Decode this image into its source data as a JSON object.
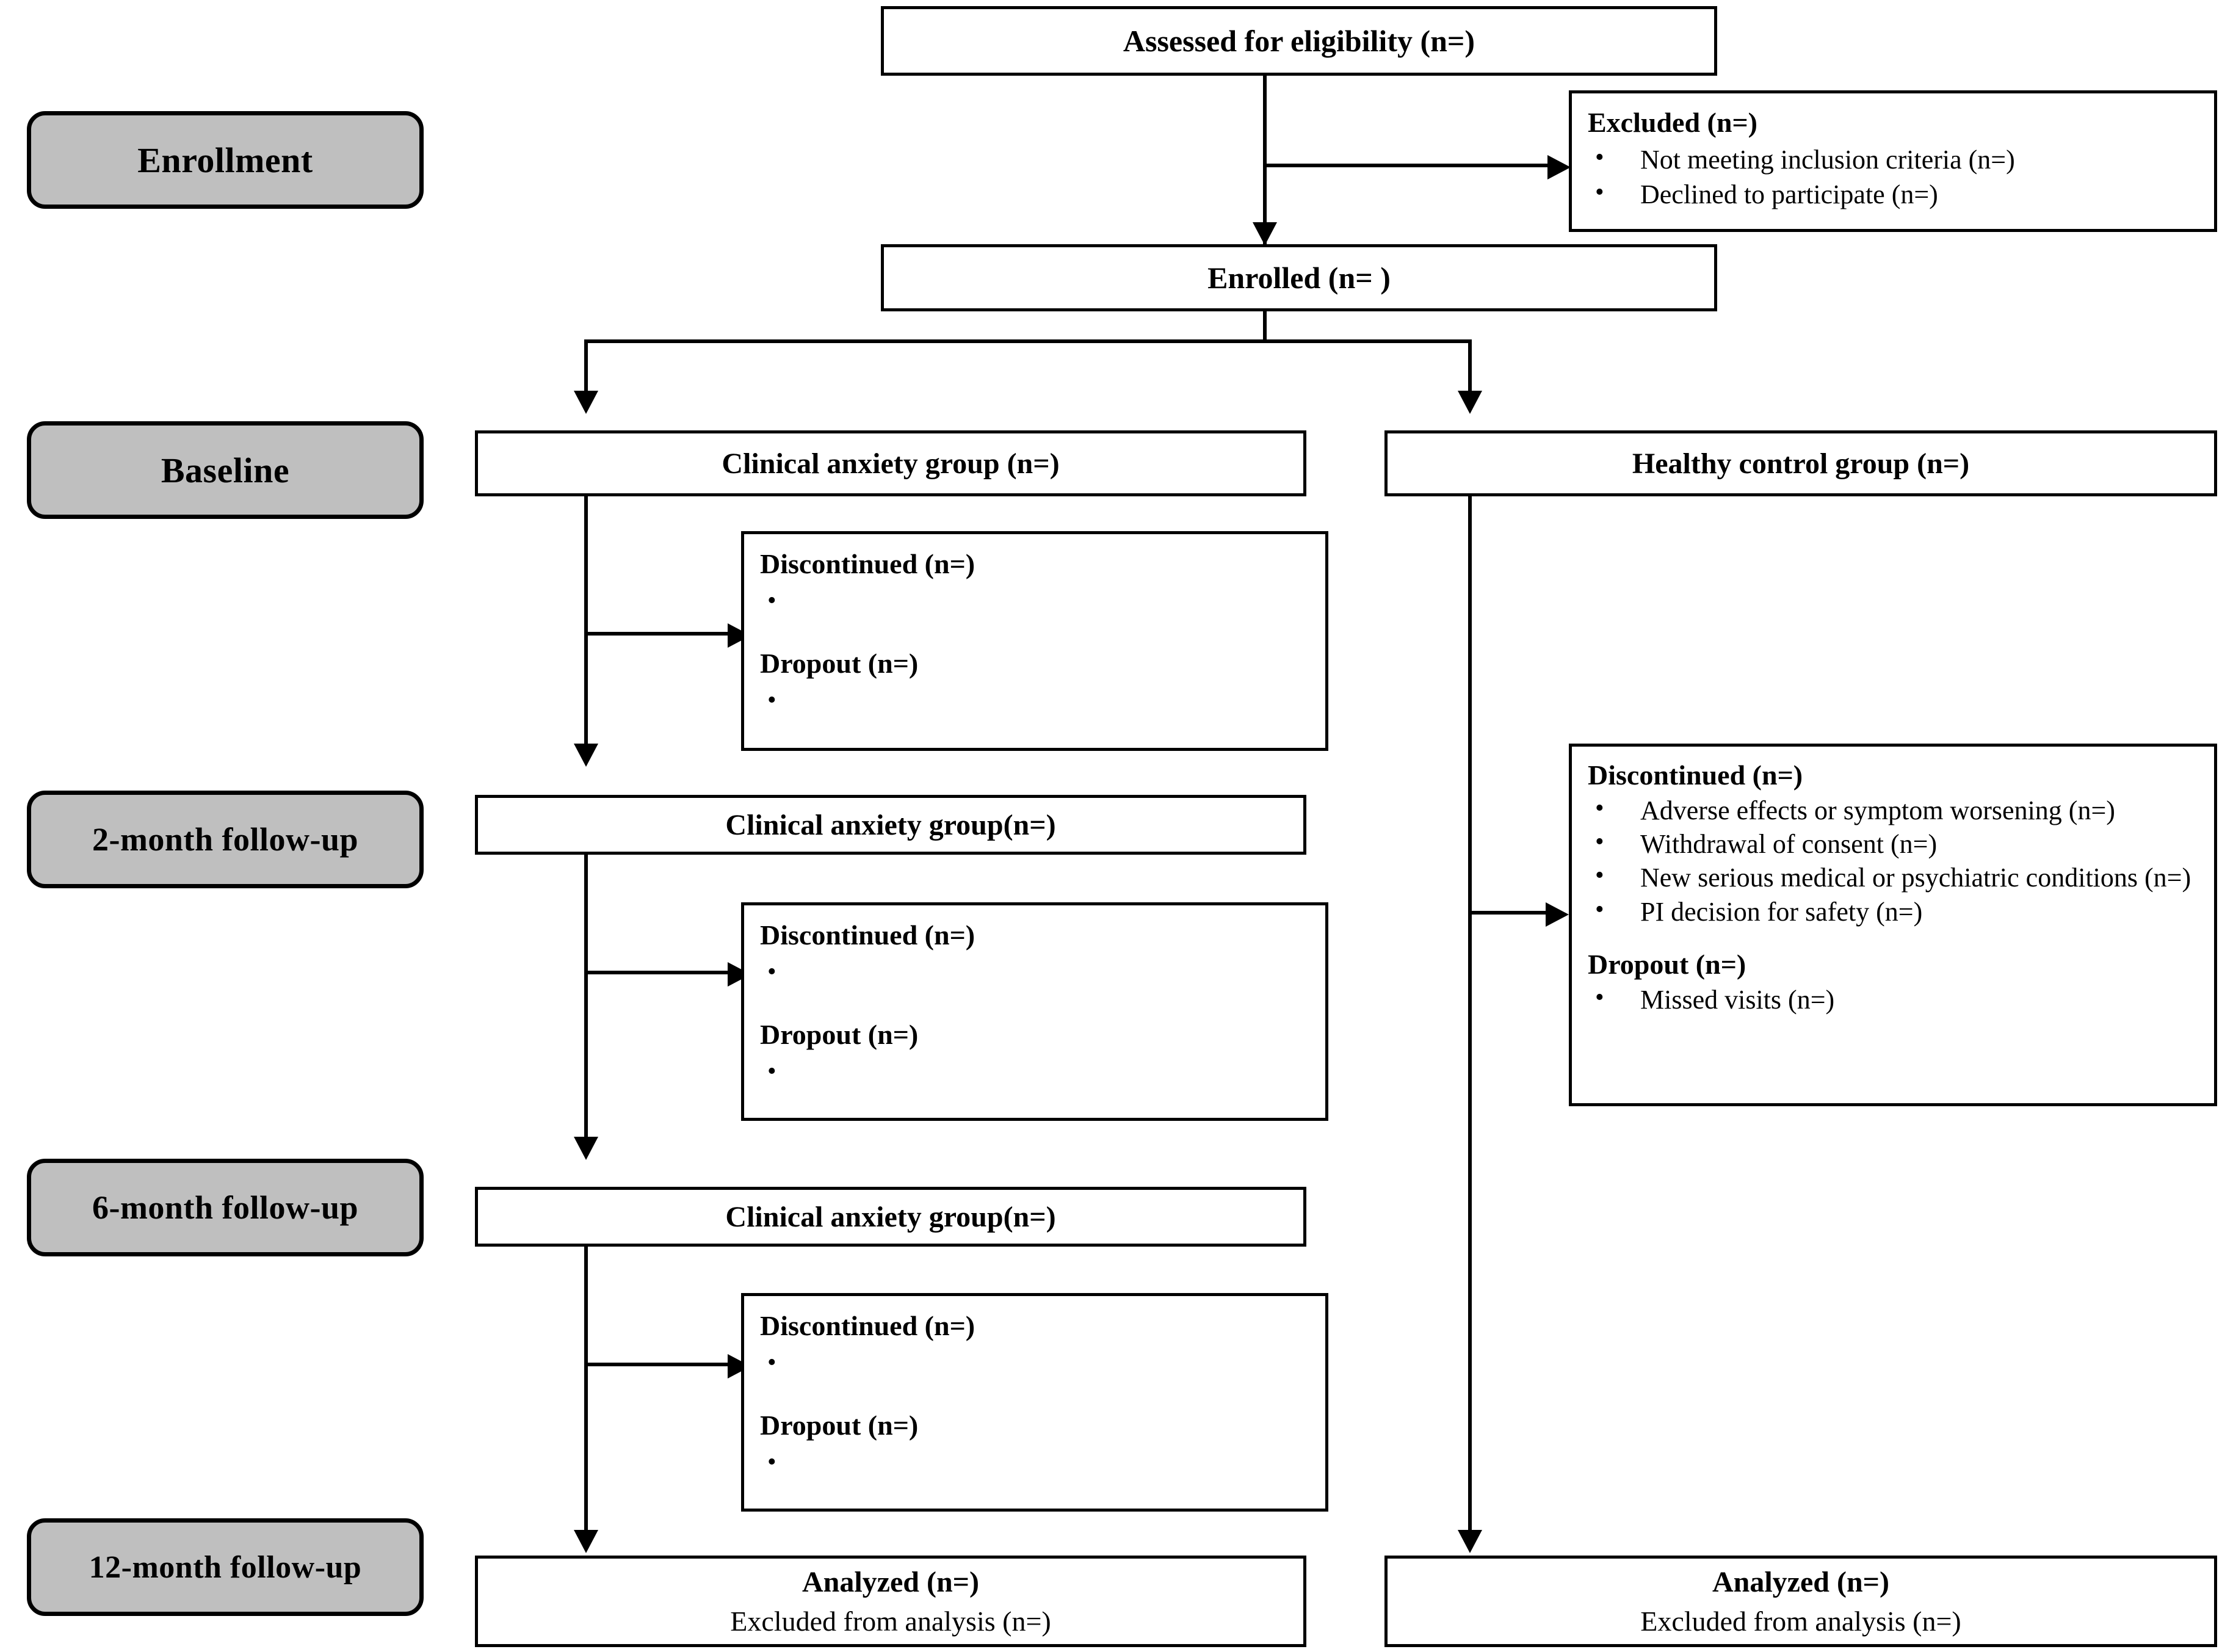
{
  "diagram": {
    "title": "CONSORT participant flow diagram",
    "colors": {
      "stage_fill": "#BFBFBF",
      "box_fill": "#FFFFFF",
      "line": "#000000",
      "text": "#000000"
    }
  },
  "stages": [
    {
      "id": "enrollment",
      "label": "Enrollment"
    },
    {
      "id": "baseline",
      "label": "Baseline"
    },
    {
      "id": "followup-2m",
      "label": "2-month follow-up"
    },
    {
      "id": "followup-6m",
      "label": "6-month follow-up"
    },
    {
      "id": "followup-12m",
      "label": "12-month follow-up"
    }
  ],
  "boxes": {
    "assessed": {
      "title": "Assessed for eligibility (n=)"
    },
    "excluded": {
      "title": "Excluded (n=)",
      "items": [
        "Not meeting inclusion criteria (n=)",
        "Declined to participate (n=)"
      ]
    },
    "enrolled": {
      "title": "Enrolled (n= )"
    },
    "anxiety_baseline": {
      "title": "Clinical anxiety group (n=)"
    },
    "control_baseline": {
      "title": "Healthy control group (n=)"
    },
    "anxiety_2m": {
      "title": "Clinical anxiety group(n=)"
    },
    "anxiety_6m": {
      "title": "Clinical anxiety group(n=)"
    },
    "attrition_baseline": {
      "discontinued_title": "Discontinued  (n=)",
      "discontinued_items": [
        ""
      ],
      "dropout_title": "Dropout (n=)",
      "dropout_items": [
        ""
      ]
    },
    "attrition_2m": {
      "discontinued_title": "Discontinued  (n=)",
      "discontinued_items": [
        ""
      ],
      "dropout_title": "Dropout (n=)",
      "dropout_items": [
        ""
      ]
    },
    "attrition_6m": {
      "discontinued_title": "Discontinued  (n=)",
      "discontinued_items": [
        ""
      ],
      "dropout_title": "Dropout (n=)",
      "dropout_items": [
        ""
      ]
    },
    "attrition_control": {
      "discontinued_title": "Discontinued (n=)",
      "discontinued_items": [
        "Adverse effects or symptom worsening (n=)",
        "Withdrawal of consent  (n=)",
        "New serious medical or psychiatric conditions (n=)",
        "PI decision for safety (n=)"
      ],
      "dropout_title": "Dropout (n=)",
      "dropout_items": [
        "Missed visits (n=)"
      ]
    },
    "analyzed_anxiety": {
      "title": "Analyzed (n=)",
      "subtitle": "Excluded from analysis (n=)"
    },
    "analyzed_control": {
      "title": "Analyzed (n=)",
      "subtitle": "Excluded from analysis (n=)"
    }
  }
}
